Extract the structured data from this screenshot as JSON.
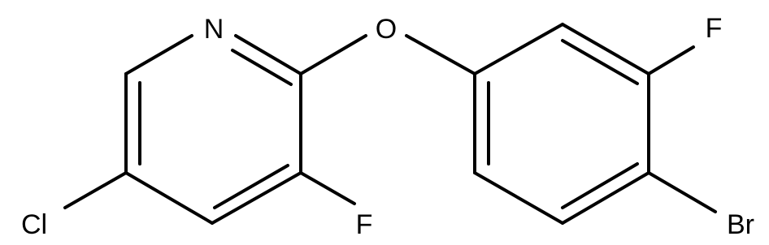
{
  "atoms": {
    "N": "N",
    "O": "O",
    "F_pyridine": "F",
    "F_benzene": "F",
    "Cl": "Cl",
    "Br": "Br"
  },
  "colors": {
    "bond": "#000000",
    "label": "#000000",
    "background": "#ffffff"
  }
}
